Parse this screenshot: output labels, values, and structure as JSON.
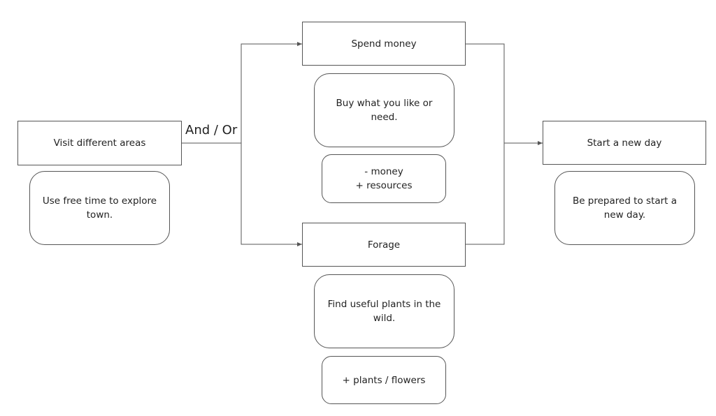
{
  "nodes": {
    "visit": "Visit different areas",
    "visit_note": "Use free time to explore town.",
    "spend": "Spend money",
    "spend_note": "Buy what you like or need.",
    "spend_effect": "- money\n+ resources",
    "forage": "Forage",
    "forage_note": "Find useful plants in the wild.",
    "forage_effect": "+ plants / flowers",
    "new_day": "Start a new day",
    "new_day_note": "Be prepared to start a new day."
  },
  "edge_label": "And / Or",
  "colors": {
    "line": "#555555",
    "border": "#555555",
    "text": "#222222"
  }
}
